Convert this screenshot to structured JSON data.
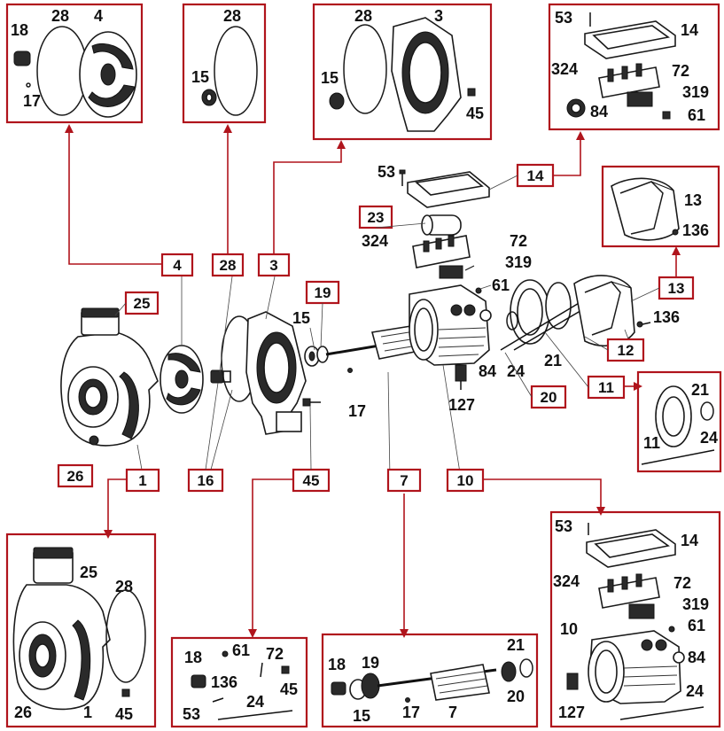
{
  "colors": {
    "accent": "#b0141c",
    "ink": "#111111"
  },
  "main_tags": [
    "4",
    "28",
    "3",
    "14",
    "23",
    "25",
    "19",
    "13",
    "12",
    "11",
    "20",
    "26",
    "1",
    "16",
    "45",
    "7",
    "10"
  ],
  "main_labels": [
    "53",
    "324",
    "72",
    "319",
    "61",
    "15",
    "84",
    "24",
    "21",
    "136",
    "17",
    "127"
  ],
  "box_4": {
    "labels": [
      "18",
      "28",
      "4",
      "17"
    ]
  },
  "box_28": {
    "labels": [
      "28",
      "15"
    ]
  },
  "box_3": {
    "labels": [
      "28",
      "3",
      "15",
      "45"
    ]
  },
  "box_14": {
    "labels": [
      "53",
      "14",
      "324",
      "72",
      "319",
      "84",
      "61"
    ]
  },
  "box_13": {
    "labels": [
      "13",
      "136"
    ]
  },
  "box_11": {
    "labels": [
      "21",
      "11",
      "24"
    ]
  },
  "box_1": {
    "labels": [
      "25",
      "28",
      "26",
      "1",
      "45"
    ]
  },
  "box_45": {
    "labels": [
      "18",
      "61",
      "72",
      "136",
      "45",
      "53",
      "24"
    ]
  },
  "box_7": {
    "labels": [
      "21",
      "18",
      "19",
      "20",
      "15",
      "17",
      "7"
    ]
  },
  "box_10": {
    "labels": [
      "53",
      "14",
      "324",
      "72",
      "319",
      "10",
      "61",
      "84",
      "24",
      "127"
    ]
  }
}
